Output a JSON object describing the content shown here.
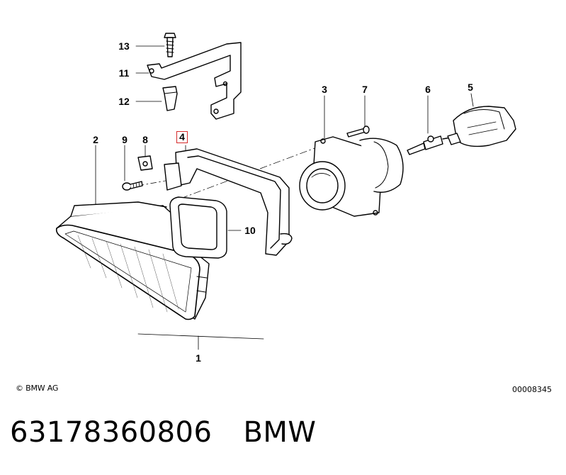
{
  "callouts": {
    "c1": "1",
    "c2": "2",
    "c3": "3",
    "c4": "4",
    "c5": "5",
    "c6": "6",
    "c7": "7",
    "c8": "8",
    "c9": "9",
    "c10": "10",
    "c11": "11",
    "c12": "12",
    "c13": "13"
  },
  "highlighted_callout": "4",
  "highlight_color": "#d62b2b",
  "footer": {
    "copyright": "© BMW AG",
    "diagram_id": "00008345"
  },
  "caption": {
    "part_number": "63178360806",
    "brand": "BMW"
  }
}
